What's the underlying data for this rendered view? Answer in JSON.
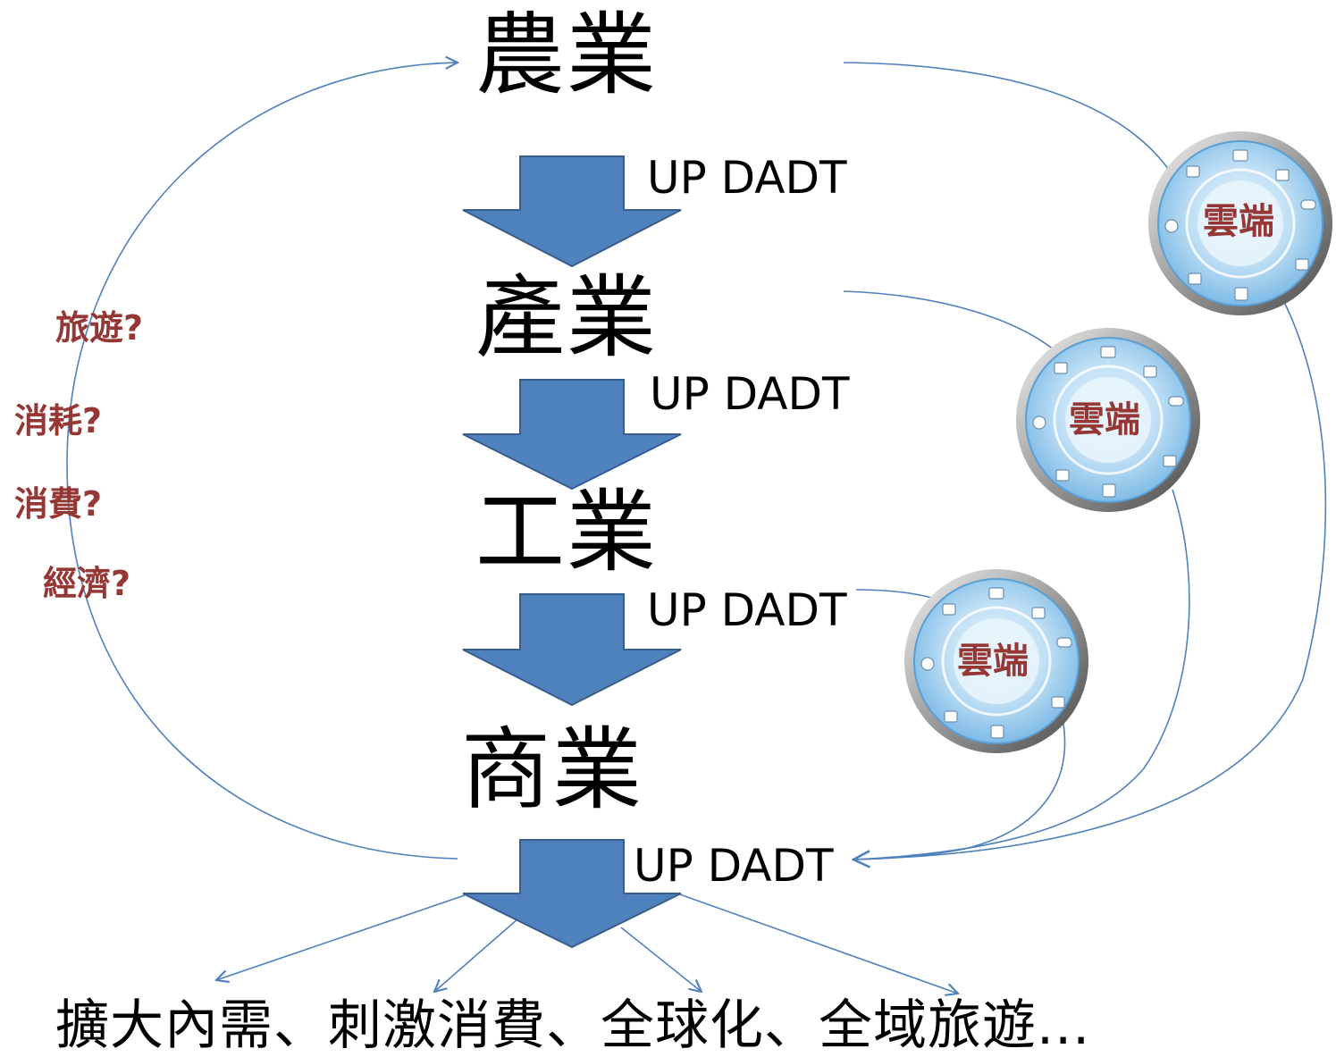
{
  "stages": [
    "農業",
    "產業",
    "工業",
    "商業"
  ],
  "up_labels": [
    "UP DADT",
    "UP DADT",
    "UP DADT",
    "UP DADT"
  ],
  "questions": [
    "旅遊?",
    "消耗?",
    "消費?",
    "經濟?"
  ],
  "cloud_labels": [
    "雲端",
    "雲端",
    "雲端"
  ],
  "bottom_text": "擴大內需、刺激消費、全球化、全域旅遊...",
  "colors": {
    "arrow_fill": "#4f81bd",
    "arrow_stroke": "#385d8a",
    "connector": "#4f81bd",
    "question_text": "#953735",
    "cloud_label": "#953735",
    "disc_light": "#d9ecfa",
    "disc_mid": "#7fbbe6",
    "disc_rim": "#6d6d6d"
  }
}
